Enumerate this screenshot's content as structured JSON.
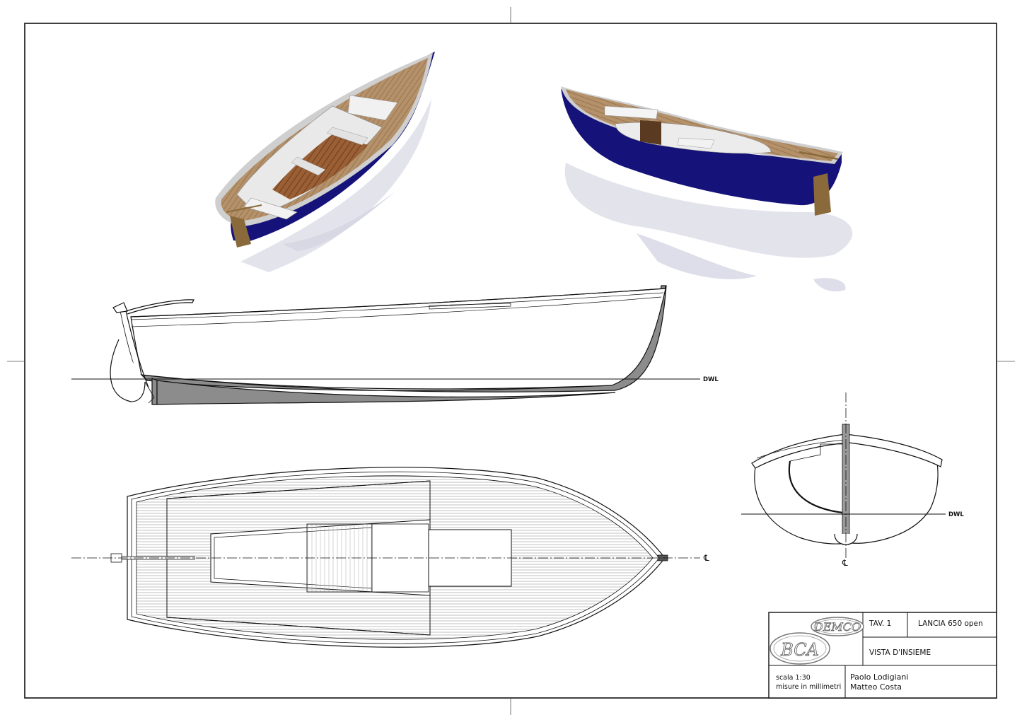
{
  "drawing": {
    "title_block": {
      "sheet_no": "TAV. 1",
      "project": "LANCIA 650 open",
      "subtitle": "VISTA D'INSIEME",
      "scale": "scala 1:30",
      "units": "misure in millimetri",
      "author_1": "Paolo Lodigiani",
      "author_2": "Matteo Costa",
      "logo_top": "DEMCO",
      "logo_bottom": "BCA"
    },
    "labels": {
      "waterline_profile": "DWL",
      "waterline_section": "DWL",
      "centerline_plan": "℄",
      "centerline_section": "℄"
    },
    "colors": {
      "hull_blue": "#15137a",
      "deck_wood": "#b5916a",
      "hull_grey": "#8c8c8c",
      "line": "#111111"
    }
  }
}
